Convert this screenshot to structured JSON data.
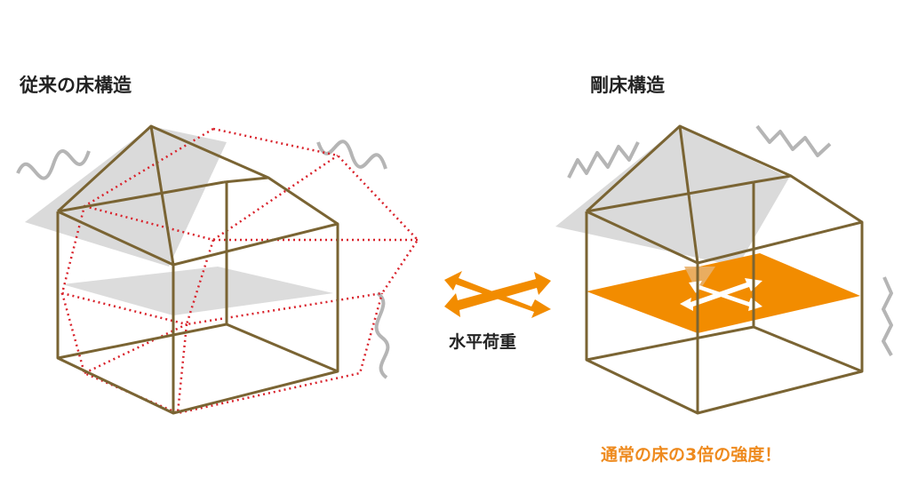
{
  "diagram": {
    "left_title": "従来の床構造",
    "right_title": "剛床構造",
    "center_label": "水平荷重",
    "right_caption": "通常の床の3倍の強度！"
  },
  "colors": {
    "frame": "#7a6433",
    "dotted_frame": "#d9232c",
    "floor_plane": "#d6d6d6",
    "rigid_floor": "#f28c00",
    "wave": "#b5b5b5",
    "arrow": "#f28c00",
    "caption": "#ee8a1e",
    "text": "#222222"
  }
}
